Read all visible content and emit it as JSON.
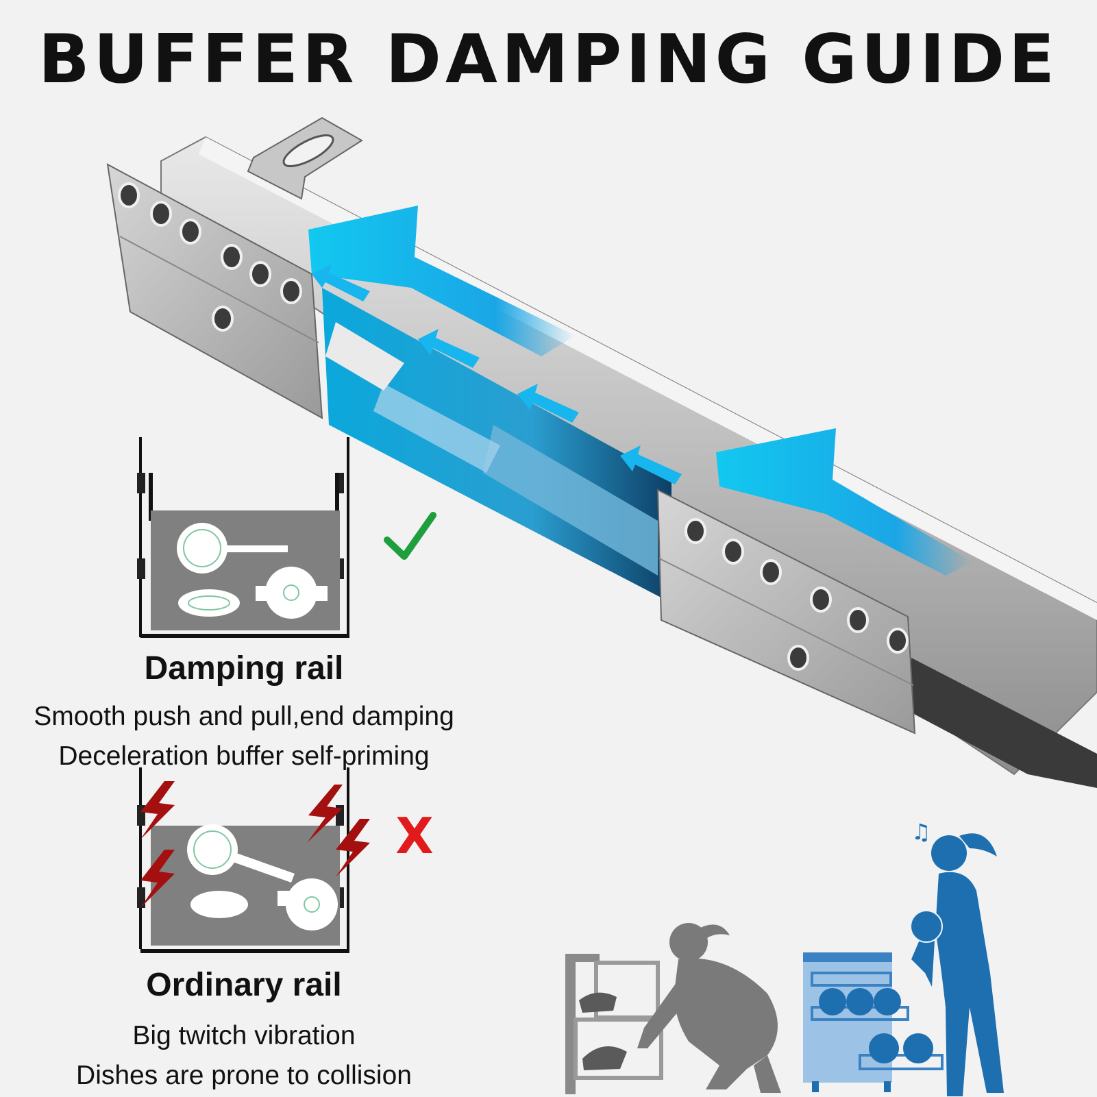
{
  "title": "BUFFER DAMPING GUIDE",
  "damping": {
    "heading": "Damping rail",
    "line1": "Smooth push and pull,end damping",
    "line2": "Deceleration buffer self-priming",
    "verdict_icon": "check-icon"
  },
  "ordinary": {
    "heading": "Ordinary rail",
    "line1": "Big twitch vibration",
    "line2": "Dishes are prone to collision",
    "verdict_icon": "cross-icon"
  },
  "colors": {
    "arrow": "#12c8f0",
    "check": "#1e9e3c",
    "cross": "#e11b1b",
    "lightning": "#a40f0f",
    "rail_steel": "#b8b8b8",
    "drawer": "#7f7f7f",
    "woman_blue": "#1d6fb0",
    "woman_grey": "#7a7a7a"
  }
}
